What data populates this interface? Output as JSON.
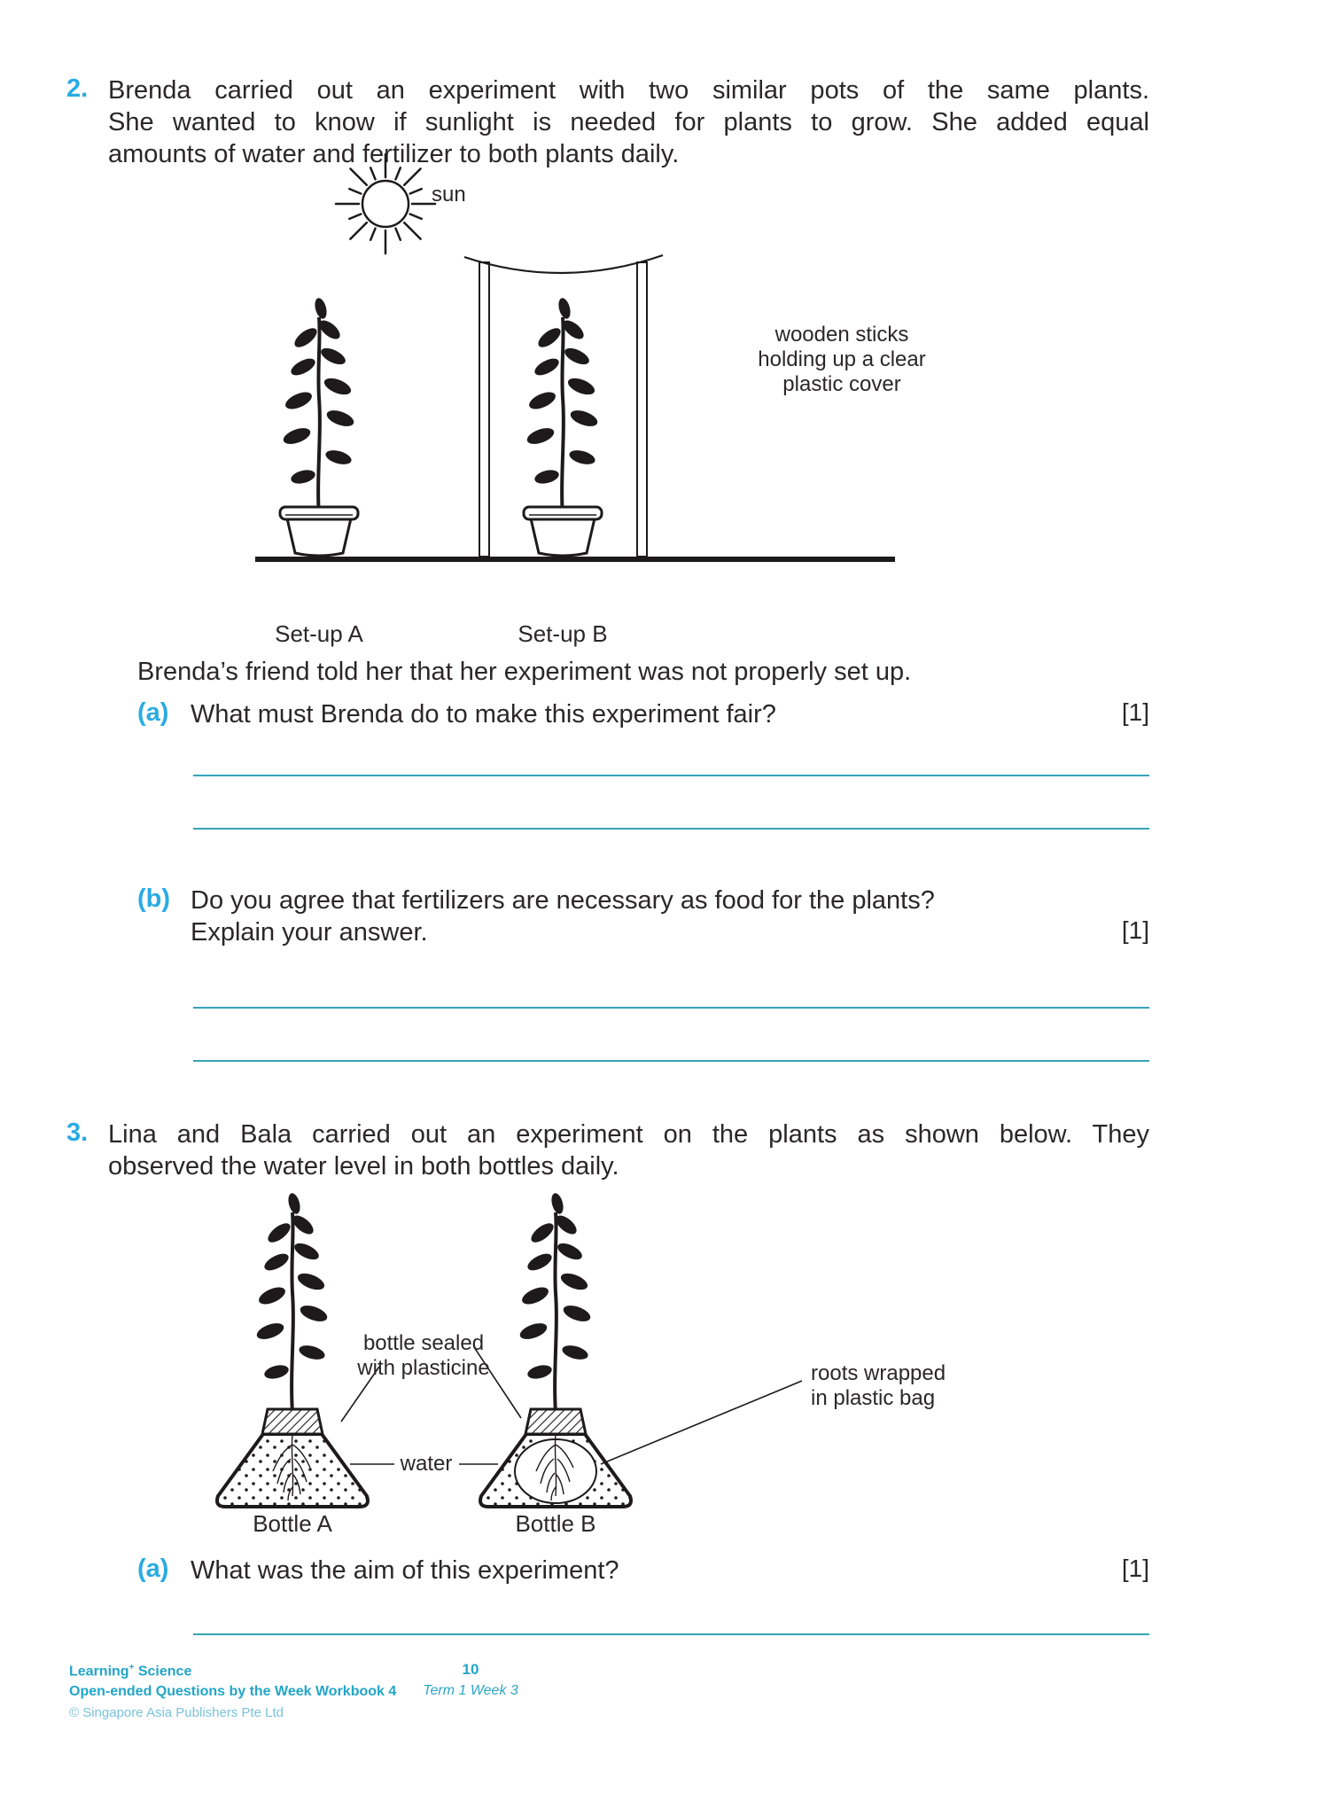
{
  "q2": {
    "number": "2.",
    "line1": "Brenda carried out an experiment with two similar pots of the same plants.",
    "line2": "She wanted to know if sunlight is needed for plants to grow. She added equal",
    "line3": "amounts of water and fertilizer to both plants daily.",
    "diagram": {
      "sun": "sun",
      "sticks1": "wooden sticks",
      "sticks2": "holding up a clear",
      "sticks3": "plastic cover",
      "setup_a": "Set-up A",
      "setup_b": "Set-up B"
    },
    "note": "Brenda’s friend told her that her experiment was not properly set up.",
    "a_label": "(a)",
    "a_text": "What must Brenda do to make this experiment fair?",
    "a_marks": "[1]",
    "b_label": "(b)",
    "b_text1": "Do you agree that fertilizers are necessary as food for the plants?",
    "b_text2": "Explain your answer.",
    "b_marks": "[1]"
  },
  "q3": {
    "number": "3.",
    "line1": "Lina and Bala carried out an experiment on the plants as shown below. They",
    "line2": "observed the water level in both bottles daily.",
    "diagram": {
      "sealed1": "bottle sealed",
      "sealed2": "with plasticine",
      "water": "water",
      "roots1": "roots wrapped",
      "roots2": "in plastic bag",
      "bottle_a": "Bottle A",
      "bottle_b": "Bottle B"
    },
    "a_label": "(a)",
    "a_text": "What was the aim of this experiment?",
    "a_marks": "[1]"
  },
  "footer": {
    "series_name": "Learning",
    "series_sup": "+",
    "series_tail": " Science",
    "book_title": "Open-ended Questions by the Week Workbook 4",
    "copyright": "© Singapore Asia Publishers Pte Ltd",
    "page_number": "10",
    "term_week": "Term 1 Week 3"
  },
  "colors": {
    "accent_cyan": "#29ABE2",
    "rule_teal": "#35A3B8",
    "footer_teal": "#22A5C9",
    "ink": "#2b2728"
  }
}
